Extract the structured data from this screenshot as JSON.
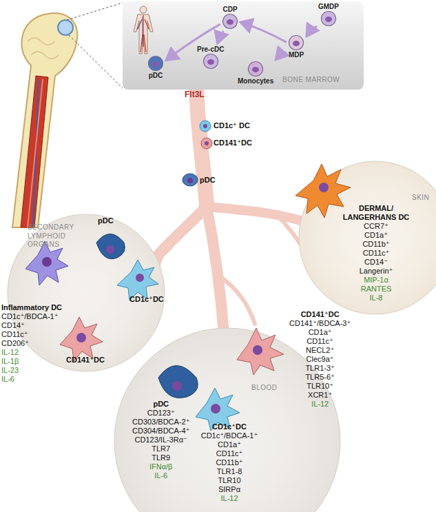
{
  "diagram": {
    "nodes": [
      {
        "text": [
          "BONE MARROW"
        ]
      },
      {
        "text": [
          "GMDP"
        ],
        "in": 0
      },
      {
        "text": [
          "CDP"
        ],
        "in": 0
      },
      {
        "text": [
          "MDP"
        ],
        "in": 0
      },
      {
        "text": [
          "Pre-cDC"
        ],
        "in": 0
      },
      {
        "text": [
          "pDC"
        ],
        "in": 0
      },
      {
        "text": [
          "Monocytes"
        ],
        "in": 0
      },
      {
        "text": [
          "SKIN"
        ]
      },
      {
        "text": [
          "DERMAL/ LANGERHANS DC",
          "CCR7⁺",
          "CD1a⁺",
          "CD11b⁺",
          "CD11c⁺",
          "CD14⁻",
          "Langerin⁺",
          "MIP-1α",
          "RANTES",
          "IL-8"
        ],
        "in": 7
      },
      {
        "text": [
          "SECONDARY LYMPHOID ORGANS"
        ]
      },
      {
        "text": [
          "pDC"
        ],
        "in": 9
      },
      {
        "text": [
          "CD1c⁺DC"
        ],
        "in": 9
      },
      {
        "text": [
          "Inflammatory DC",
          "CD1c⁺/BDCA-1⁺",
          "CD14⁺",
          "CD11c⁺",
          "CD206⁺",
          "IL-12",
          "IL-1β",
          "IL-23",
          "IL-6"
        ],
        "in": 9
      },
      {
        "text": [
          "CD141⁺DC"
        ],
        "in": 9
      },
      {
        "text": [
          "BLOOD"
        ]
      },
      {
        "text": [
          "pDC",
          "CD123⁺",
          "CD303/BDCA-2⁺",
          "CD304/BDCA-4⁺",
          "CD123/IL-3Rα⁻",
          "TLR7",
          "TLR9",
          "IFNα/β",
          "IL-6"
        ],
        "in": 14
      },
      {
        "text": [
          "CD141⁺DC",
          "CD141⁺/BDCA-3⁺",
          "CD1a⁺",
          "CD11c⁺",
          "NECL2⁺",
          "Clec9a⁺",
          "TLR1-3⁺",
          "TLR5-6⁺",
          "TLR10⁺",
          "XCR1⁺",
          "IL-12"
        ],
        "in": 14
      },
      {
        "text": [
          "CD1c⁺DC",
          "CD1c⁺/BDCA-1⁺",
          "CD1a⁺",
          "CD11c⁺",
          "CD11b⁺",
          "TLR1-8",
          "TLR10",
          "SIRPα",
          "IL-12"
        ],
        "in": 14
      }
    ],
    "edges": [
      {
        "from": 1,
        "to": 3,
        "arrow": "to"
      },
      {
        "from": 3,
        "to": 2,
        "arrow": "to"
      },
      {
        "from": 2,
        "to": 5,
        "arrow": "to"
      },
      {
        "from": 2,
        "to": 4,
        "arrow": "to"
      },
      {
        "from": 3,
        "to": 6,
        "arrow": "to"
      }
    ],
    "labels": [
      "Flt3L",
      "CD1c⁺ DC",
      "CD141⁺DC",
      "pDC"
    ]
  }
}
